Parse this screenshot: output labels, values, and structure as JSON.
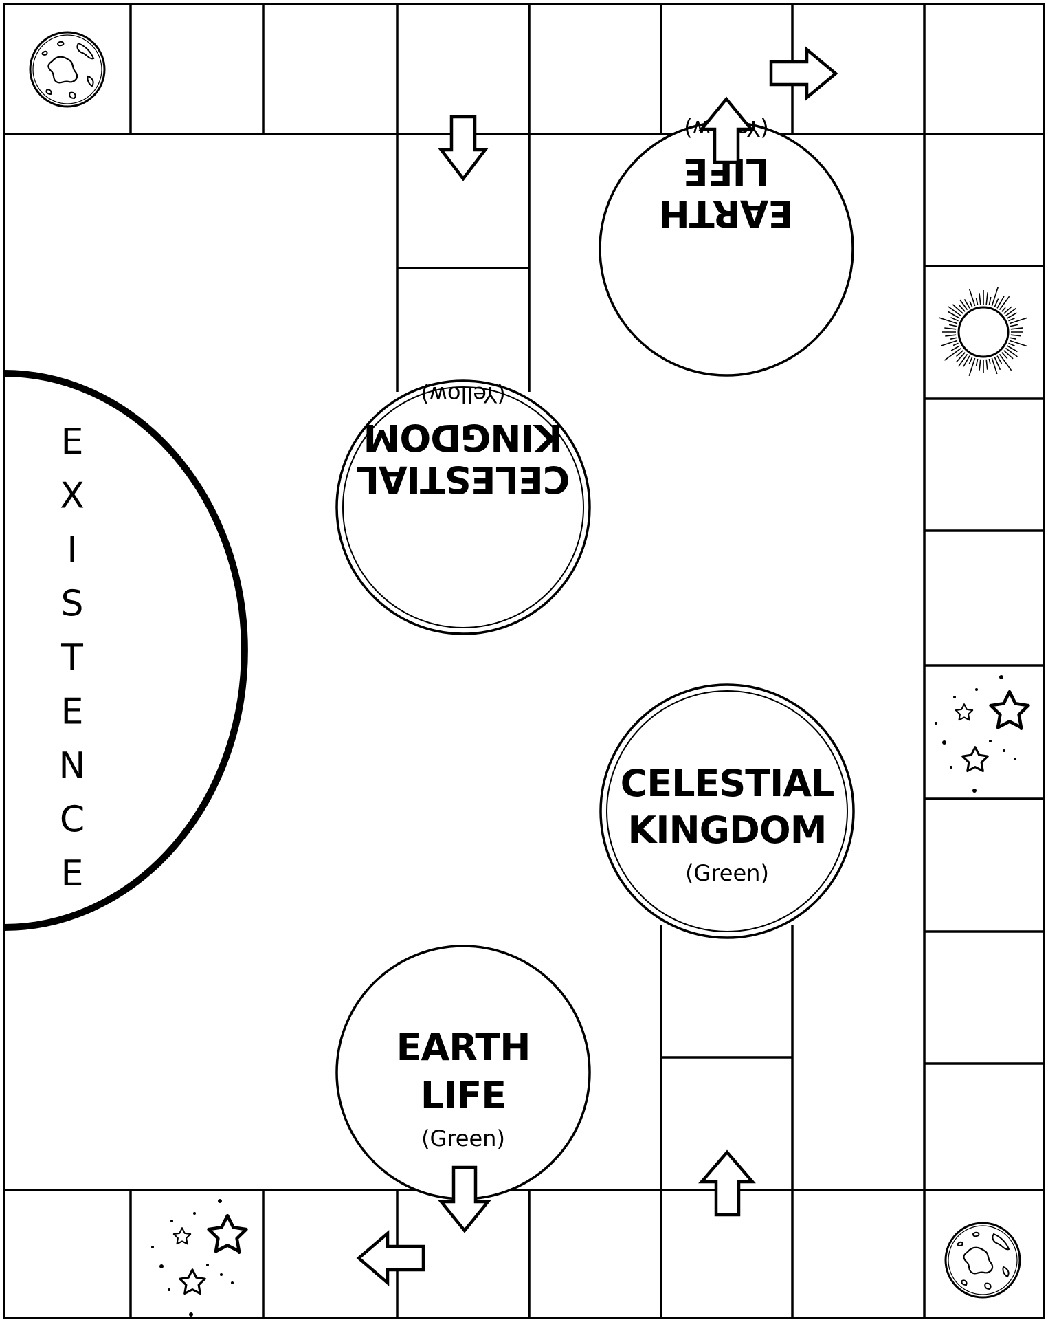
{
  "board": {
    "existence_label": "EXISTENCE",
    "circles": [
      {
        "id": "earth-life-yellow",
        "line1": "EARTH",
        "line2": "LIFE",
        "color_label": "(Yellow)",
        "color": "#f2d21b"
      },
      {
        "id": "celestial-kingdom-yellow",
        "line1": "CELESTIAL",
        "line2": "KINGDOM",
        "color_label": "(Yellow)",
        "color": "#f2d21b"
      },
      {
        "id": "celestial-kingdom-green",
        "line1": "CELESTIAL",
        "line2": "KINGDOM",
        "color_label": "(Green)",
        "color": "#2e9b3a"
      },
      {
        "id": "earth-life-green",
        "line1": "EARTH",
        "line2": "LIFE",
        "color_label": "(Green)",
        "color": "#2e9b3a"
      }
    ],
    "space_icons": [
      "earth-icon",
      "sun-icon",
      "stars-icon",
      "stars-icon",
      "earth-icon"
    ],
    "arrow_icons": [
      "arrow-down-icon",
      "arrow-up-icon",
      "arrow-right-icon",
      "arrow-down-icon",
      "arrow-left-icon",
      "arrow-up-icon"
    ]
  }
}
